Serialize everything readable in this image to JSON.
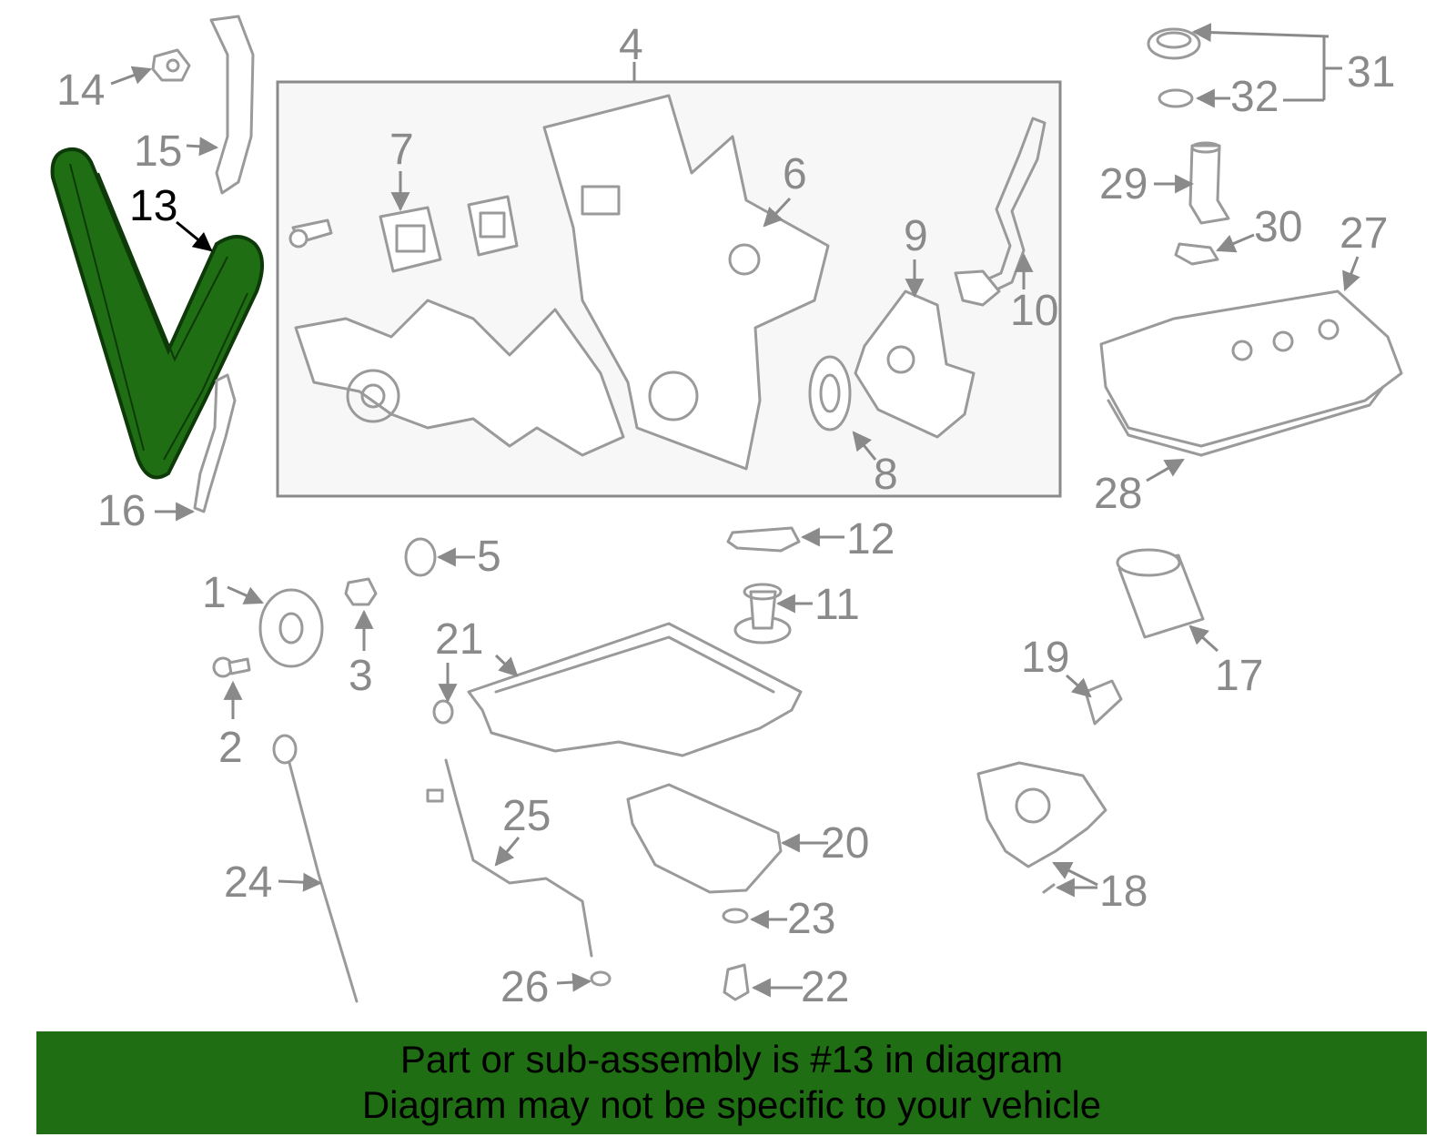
{
  "highlight": {
    "part_number": "13",
    "color": "#1f6e14"
  },
  "callouts": [
    "1",
    "2",
    "3",
    "4",
    "5",
    "6",
    "7",
    "8",
    "9",
    "10",
    "11",
    "12",
    "13",
    "14",
    "15",
    "16",
    "17",
    "18",
    "19",
    "20",
    "21",
    "22",
    "23",
    "24",
    "25",
    "26",
    "27",
    "28",
    "29",
    "30",
    "31",
    "32"
  ],
  "banner": {
    "line1": "Part or sub-assembly is #13 in diagram",
    "line2": "Diagram may not be specific to your vehicle",
    "background": "#1f6e14"
  }
}
